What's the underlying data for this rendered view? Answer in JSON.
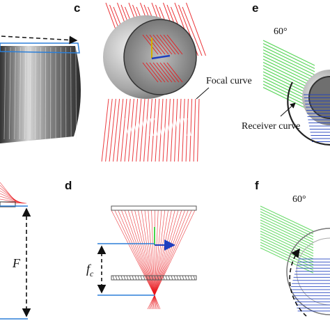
{
  "panels": {
    "c": {
      "letter": "c",
      "annotation": "Focal curve"
    },
    "e": {
      "letter": "e",
      "angle": "60°",
      "annotation": "Receiver curve"
    },
    "a_bottom": {
      "distance_label": "F"
    },
    "d": {
      "letter": "d",
      "distance_label": "f",
      "distance_subscript": "c"
    },
    "f": {
      "letter": "f",
      "angle": "60°"
    }
  },
  "colors": {
    "ray_red": "#e8161b",
    "ray_green": "#4ad24a",
    "ray_blue": "#1f3fbf",
    "outline_blue": "#2b7fd8",
    "cylinder_gray": "#9a9a9a"
  }
}
